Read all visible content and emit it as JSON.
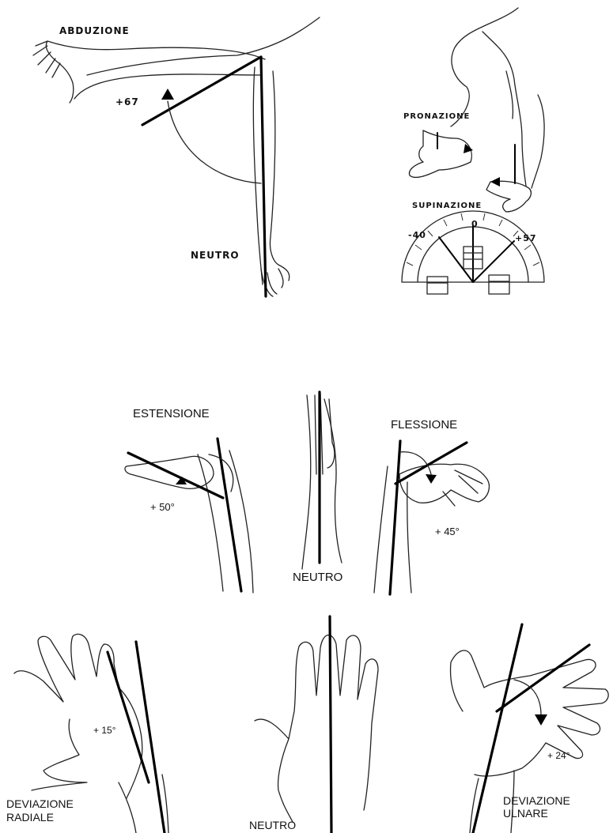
{
  "shoulder": {
    "abduction_label": "ABDUZIONE",
    "angle_label": "+67",
    "neutral_label": "NEUTRO"
  },
  "forearm": {
    "pronation_label": "PRONAZIONE",
    "supination_label": "SUPINAZIONE",
    "left_angle": "-40",
    "zero_angle": "0",
    "right_angle": "+57"
  },
  "wrist_flexion": {
    "extension_label": "ESTENSIONE",
    "extension_angle": "+ 50°",
    "neutral_label": "NEUTRO",
    "flexion_label": "FLESSIONE",
    "flexion_angle": "+ 45°"
  },
  "wrist_deviation": {
    "radial_label_line1": "DEVIAZIONE",
    "radial_label_line2": "RADIALE",
    "radial_angle": "+ 15°",
    "neutral_label": "NEUTRO",
    "ulnar_label_line1": "DEVIAZIONE",
    "ulnar_label_line2": "ULNARE",
    "ulnar_angle": "+ 24°"
  }
}
